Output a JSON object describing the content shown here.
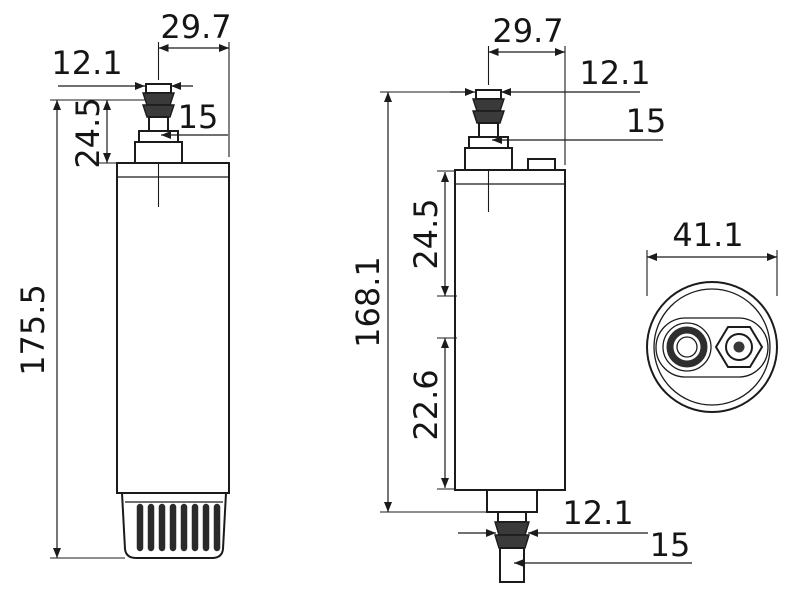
{
  "drawing": {
    "front_view": {
      "width": "29.7",
      "nozzle_diameter": "12.1",
      "nozzle_length": "15",
      "neck_height": "24.5",
      "overall_height": "175.5"
    },
    "side_view": {
      "width": "29.7",
      "top_nozzle_diameter": "12.1",
      "top_nozzle_length": "15",
      "upper_height": "24.5",
      "body_height": "168.1",
      "lower_height": "22.6",
      "bottom_nozzle_diameter": "12.1",
      "bottom_nozzle_length": "15"
    },
    "top_view": {
      "diameter": "41.1"
    }
  }
}
